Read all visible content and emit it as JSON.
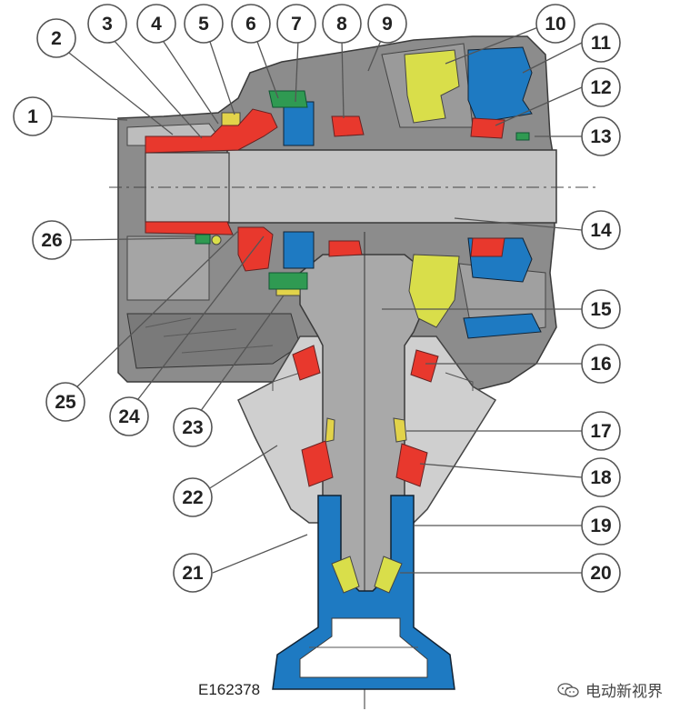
{
  "diagram": {
    "figure_code": "E162378",
    "watermark_text": "电动新视界",
    "watermark_icon": "wechat-icon",
    "colors": {
      "housing": "#8c8c8c",
      "light_housing": "#c9c9c9",
      "shaft_gray": "#aaaaaa",
      "bearing_red": "#e8382d",
      "seal_blue": "#1e7ac2",
      "gear_yellow": "#d9de4a",
      "sync_green": "#2f9a52"
    },
    "callouts": [
      {
        "label": "1"
      },
      {
        "label": "2"
      },
      {
        "label": "3"
      },
      {
        "label": "4"
      },
      {
        "label": "5"
      },
      {
        "label": "6"
      },
      {
        "label": "7"
      },
      {
        "label": "8"
      },
      {
        "label": "9"
      },
      {
        "label": "10"
      },
      {
        "label": "11"
      },
      {
        "label": "12"
      },
      {
        "label": "13"
      },
      {
        "label": "14"
      },
      {
        "label": "15"
      },
      {
        "label": "16"
      },
      {
        "label": "17"
      },
      {
        "label": "18"
      },
      {
        "label": "19"
      },
      {
        "label": "20"
      },
      {
        "label": "21"
      },
      {
        "label": "22"
      },
      {
        "label": "23"
      },
      {
        "label": "24"
      },
      {
        "label": "25"
      },
      {
        "label": "26"
      }
    ]
  }
}
